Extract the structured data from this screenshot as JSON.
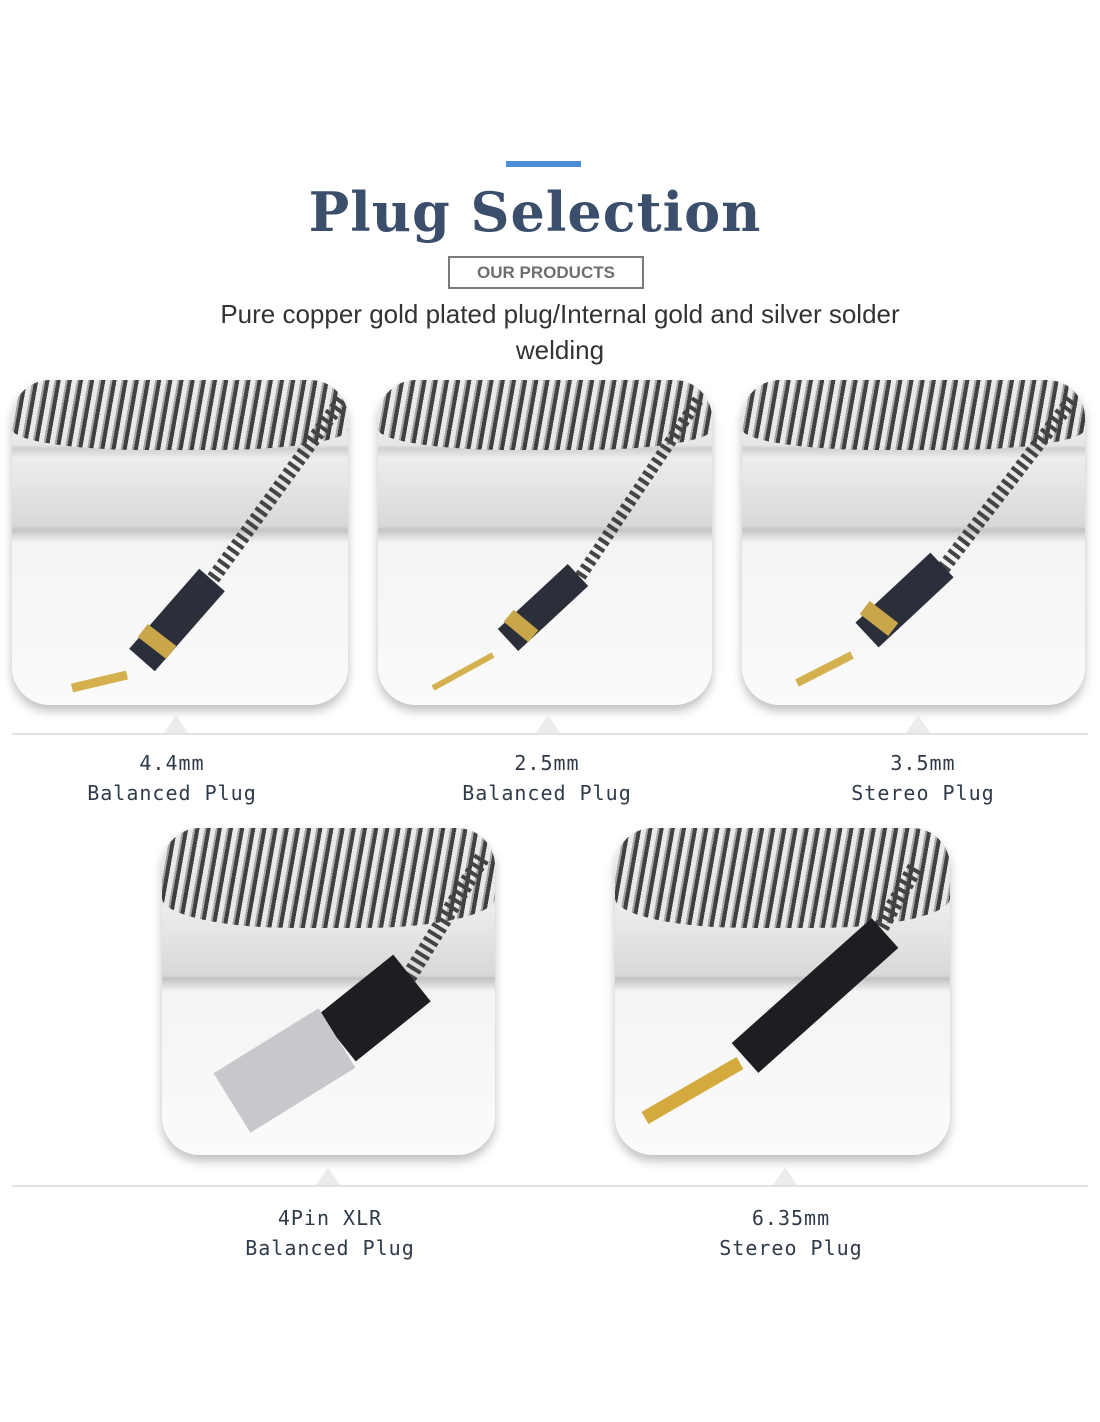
{
  "header": {
    "title": "Plug Selection",
    "badge": "OUR PRODUCTS",
    "subtitle": "Pure copper gold plated plug/Internal gold and silver solder welding"
  },
  "products": [
    {
      "size": "4.4mm",
      "type": "Balanced Plug"
    },
    {
      "size": "2.5mm",
      "type": "Balanced Plug"
    },
    {
      "size": "3.5mm",
      "type": "Stereo Plug"
    },
    {
      "size": "4Pin XLR",
      "type": "Balanced Plug"
    },
    {
      "size": "6.35mm",
      "type": "Stereo Plug"
    }
  ]
}
